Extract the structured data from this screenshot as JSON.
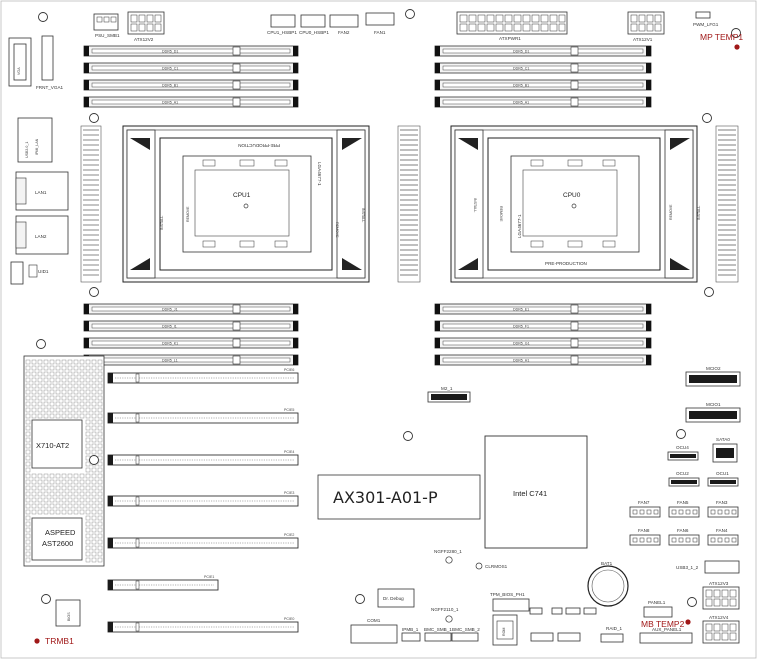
{
  "board": {
    "model": "AX301-A01-P",
    "chipset": "Intel C741",
    "nic_chip": "X710-AT2",
    "bmc_chip_line1": "ASPEED",
    "bmc_chip_line2": "AST2600"
  },
  "temps": {
    "mp_temp1": "MP TEMP1",
    "mb_temp2": "MB TEMP2",
    "trmb1": "TRMB1"
  },
  "cpus": {
    "cpu1": "CPU1",
    "cpu0": "CPU0",
    "socket_label": "LGA4677-1",
    "preproduction": "PRE-PRODUCTION",
    "install": "INSTALL",
    "remove": "REMOVE"
  },
  "dimms_left_top": [
    "DDR5_D1",
    "DDR5_C1",
    "DDR5_B1",
    "DDR5_A1"
  ],
  "dimms_right_top": [
    "DDR5_D1",
    "DDR5_C1",
    "DDR5_B1",
    "DDR5_A1"
  ],
  "dimms_left_bottom": [
    "DDR5_J1",
    "DDR5_I1",
    "DDR5_K1",
    "DDR5_L1"
  ],
  "dimms_right_bottom": [
    "DDR5_E1",
    "DDR5_F1",
    "DDR5_G1",
    "DDR5_H1"
  ],
  "pcie": [
    "PCIE6",
    "PCIE5",
    "PCIE4",
    "PCIE3",
    "PCIE2",
    "PCIE1",
    "PCIE0"
  ],
  "top_connectors": {
    "psu_smb1": "PSU_SMB1",
    "atx12v2": "ATX12V2",
    "cpu1_hsbp1": "CPU1_HSBP1",
    "cpu0_hsbp1": "CPU0_HSBP1",
    "fan2": "FAN2",
    "fan1": "FAN1",
    "atxpwr1": "ATXPWR1",
    "atx12v1": "ATX12V1",
    "pwm_lfg1": "PWM_LFG1"
  },
  "left_io": {
    "vga": "VGA",
    "frnt_vga1": "FRNT_VGA1",
    "ipmi_lan": "IPMI_LAN",
    "usb": "USB3.0_1",
    "lan1": "LAN1",
    "lan2": "LAN2",
    "uid1": "UID1"
  },
  "right_side": {
    "mcio2": "MCIO2",
    "mcio1": "MCIO1",
    "ocu4": "OCU4",
    "sata0": "SATA0",
    "ocu2": "OCU2",
    "ocu1": "OCU1",
    "fan7": "FAN7",
    "fan5": "FAN5",
    "fan3": "FAN3",
    "fan8": "FAN8",
    "fan6": "FAN6",
    "fan4": "FAN4",
    "usb3_1_2": "USB3_1_2",
    "atx12v3": "ATX12V3",
    "atx12v4": "ATX12V4"
  },
  "bottom": {
    "m2": "M2_1",
    "ngff": "NGFF2280_1",
    "clrmos1": "CLRMOS1",
    "dr_debug": "Dr. Debug",
    "com1": "COM1",
    "ngff2110": "NGFF2110_1",
    "ipmb1": "IPMB_1",
    "bmc_smb1": "BMC_SMB_1",
    "bmc_smb2": "BMC_SMB_2",
    "tpm": "TPM_BIOS_PH1",
    "rom": "ROM",
    "bat1": "BAT1",
    "panel1": "PANEL1",
    "aux_panel1": "AUX_PANEL1",
    "raid1": "RAID_1",
    "bios": "BIOS"
  }
}
